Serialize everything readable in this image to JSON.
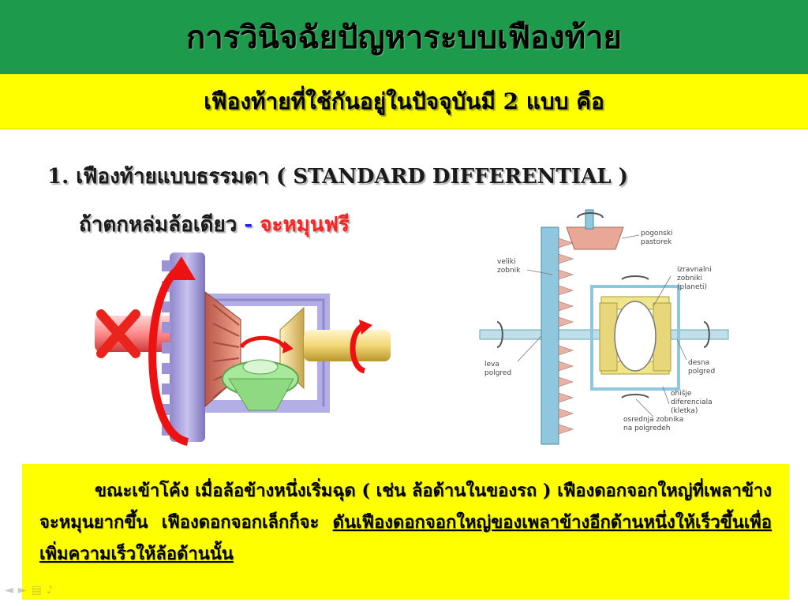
{
  "slide": {
    "title": "การวินิจฉัยปัญหาระบบเฟืองท้าย",
    "subtitle": "เฟืองท้ายที่ใช้กันอยู่ในปัจจุบันมี 2 แบบ คือ",
    "heading1": "1. เฟืองท้ายแบบธรรมดา ( STANDARD  DIFFERENTIAL )",
    "heading2_main": "ถ้าตกหล่มล้อเดียว",
    "heading2_dash": " - ",
    "heading2_red": "จะหมุนฟรี",
    "note_part1": "ขณะเข้าโค้ง  เมื่อล้อข้างหนึ่งเริ่มฉุด  ( เช่น ล้อด้านในของรถ )  เฟืองดอกจอกใหญ่ที่เพลาข้างจะหมุนยากขึ้น   เฟืองดอกจอกเล็กก็จะ  ",
    "note_part2": "ดันเฟืองดอกจอกใหญ่ของเพลาข้างอีกด้านหนึ่งให้เร็วขึ้นเพื่อเพิ่มความเร็วให้ล้อด้านนั้น"
  },
  "diagram_labels": {
    "pogonski": "pogonski",
    "pastorek": "pastorek",
    "veliki": "veliki",
    "zobnik": "zobnik",
    "izravnalni": "izravnalni",
    "zobniki": "zobniki",
    "planeti": "(planeti)",
    "leva": "leva",
    "polgred_l": "polgred",
    "desna": "desna",
    "polgred_r": "polgred",
    "ohisje": "ohišje",
    "diferenciala": "diferenciala",
    "kletka": "(kletka)",
    "osrednja": "osrednja zobnika",
    "na_polgredeh": "na polgredeh"
  },
  "colors": {
    "title_bg": "#1e9a4c",
    "subtitle_bg": "#ffff00",
    "note_bg": "#ffff00",
    "accent_red": "#ff2222"
  },
  "icons": [
    "cross-icon",
    "rotation-arrow-icon",
    "prev-icon",
    "next-icon",
    "menu-icon",
    "sound-icon"
  ]
}
